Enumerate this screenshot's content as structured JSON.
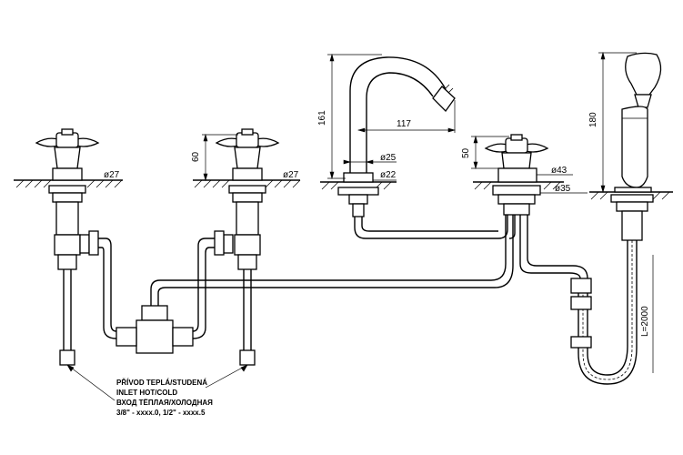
{
  "dimensions": {
    "height_valve_60": "60",
    "height_spout_161": "161",
    "reach_spout_117": "117",
    "height_diverter_50": "50",
    "height_shower_180": "180",
    "dia_left_valve": "ø27",
    "dia_mid_valve": "ø27",
    "dia_spout_base": "ø25",
    "dia_spout_hole": "ø22",
    "dia_diverter": "ø43",
    "dia_shower_holder": "ø35",
    "hose_length": "L=2000"
  },
  "inlet_note": {
    "line1": "PŘÍVOD TEPLÁ/STUDENÁ",
    "line2": "INLET HOT/COLD",
    "line3": "ВХОД ТЁПЛАЯ/ХОЛОДНАЯ",
    "line4": "3/8\" - xxxx.0, 1/2\" - xxxx.5"
  }
}
